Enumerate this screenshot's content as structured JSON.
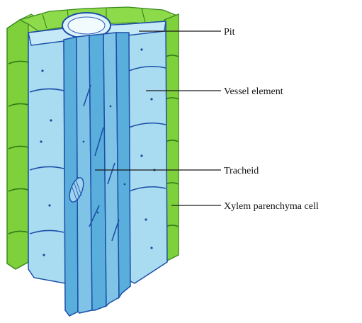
{
  "diagram": {
    "labels": {
      "pit": "Pit",
      "vessel_element": "Vessel element",
      "tracheid": "Tracheid",
      "xylem_parenchyma_cell": "Xylem parenchyma cell"
    },
    "colors": {
      "parenchyma_green": "#7fd13b",
      "parenchyma_dark": "#4aa329",
      "vessel_light": "#a9dcf0",
      "vessel_mid": "#7fc4e6",
      "tracheid_blue": "#5aaedc",
      "outline_blue": "#1c4fa8",
      "label_line": "#1a1a1a"
    }
  }
}
